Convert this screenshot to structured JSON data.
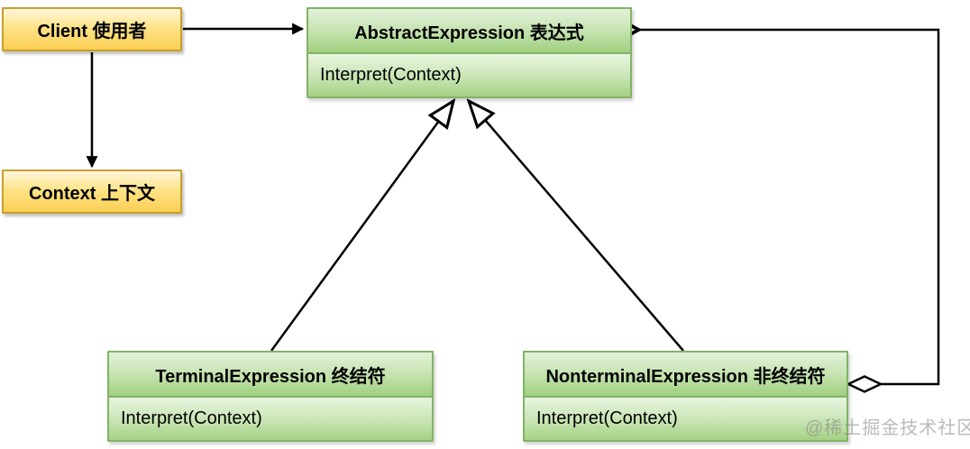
{
  "diagram": {
    "title_hint": "Interpreter pattern UML class diagram",
    "client": {
      "label": "Client 使用者"
    },
    "context": {
      "label": "Context 上下文"
    },
    "abstract_expression": {
      "title": "AbstractExpression 表达式",
      "method": "Interpret(Context)"
    },
    "terminal_expression": {
      "title": "TerminalExpression 终结符",
      "method": "Interpret(Context)"
    },
    "nonterminal_expression": {
      "title": "NonterminalExpression 非终结符",
      "method": "Interpret(Context)"
    },
    "watermark": "@稀土掘金技术社区",
    "colors": {
      "note_fill_top": "#fff7dc",
      "note_fill_bottom": "#fbcf53",
      "note_border": "#c79f2e",
      "class_fill_top": "#e3f2da",
      "class_fill_bottom": "#9fd07f",
      "class_border": "#82b366",
      "connector": "#000000",
      "watermark_gray": "#828282",
      "background": "#ffffff"
    }
  }
}
